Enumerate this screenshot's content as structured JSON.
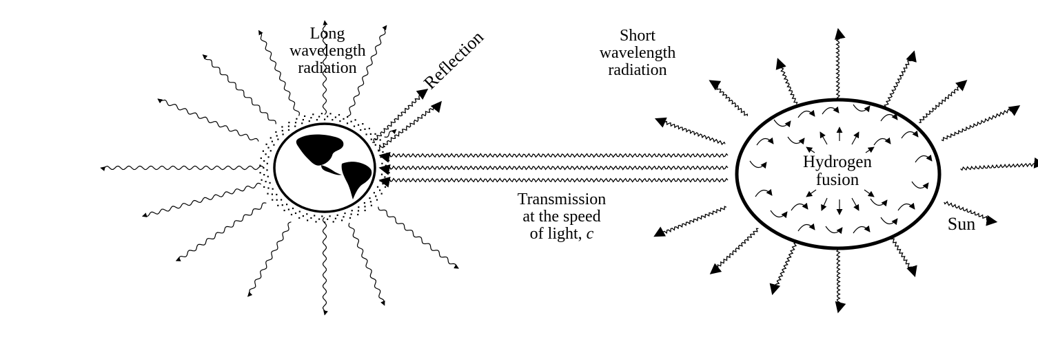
{
  "labels": {
    "long_wavelength": [
      "Long",
      "wavelength",
      "radiation"
    ],
    "reflection": "Reflection",
    "short_wavelength": [
      "Short",
      "wavelength",
      "radiation"
    ],
    "hydrogen_fusion": [
      "Hydrogen",
      "fusion"
    ],
    "transmission": [
      "Transmission",
      "at the speed",
      "of light,"
    ],
    "speed_symbol": "c",
    "sun": "Sun"
  },
  "colors": {
    "ink": "#000000",
    "background": "#ffffff"
  }
}
